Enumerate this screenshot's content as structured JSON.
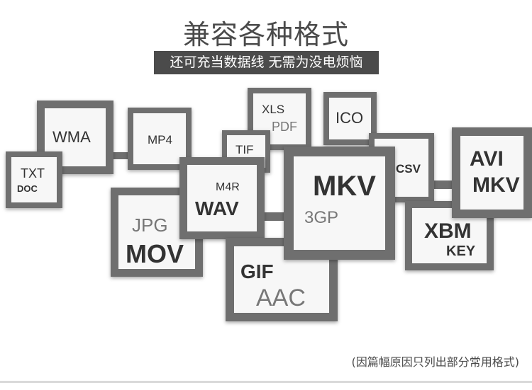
{
  "header": {
    "title": "兼容各种格式",
    "subtitle": "还可充当数据线 无需为没电烦恼"
  },
  "footnote": "(因篇幅原因只列出部分常用格式)",
  "formats": {
    "txt": "TXT",
    "doc": "DOC",
    "wma": "WMA",
    "mp4": "MP4",
    "xls": "XLS",
    "pdf": "PDF",
    "ico": "ICO",
    "tif": "TIF",
    "csv": "CSV",
    "avi": "AVI",
    "mkv_right": "MKV",
    "m4r": "M4R",
    "wav": "WAV",
    "mkv_center": "MKV",
    "3gp": "3GP",
    "jpg": "JPG",
    "mov": "MOV",
    "gif": "GIF",
    "aac": "AAC",
    "xbm": "XBM",
    "key": "KEY"
  },
  "colors": {
    "frame_border": "#6f6f6f",
    "frame_fill": "#f7f7f7",
    "text_dark": "#333333",
    "subtitle_bg": "#4b4b4b"
  }
}
